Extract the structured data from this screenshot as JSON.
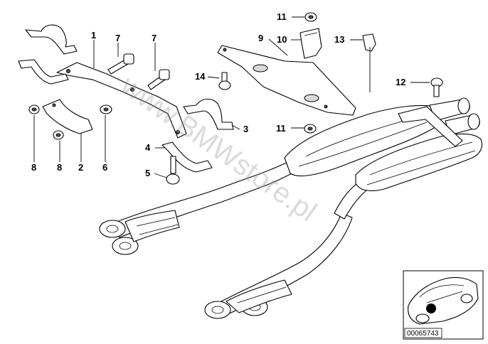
{
  "diagram": {
    "watermark": "www.BMWstore.pl",
    "document_id": "00065743",
    "callouts": {
      "c1": "1",
      "c2": "2",
      "c3": "3",
      "c4": "4",
      "c5": "5",
      "c6": "6",
      "c7a": "7",
      "c7b": "7",
      "c8a": "8",
      "c8b": "8",
      "c9": "9",
      "c10": "10",
      "c11a": "11",
      "c11b": "11",
      "c12": "12",
      "c13": "13",
      "c14": "14"
    }
  }
}
